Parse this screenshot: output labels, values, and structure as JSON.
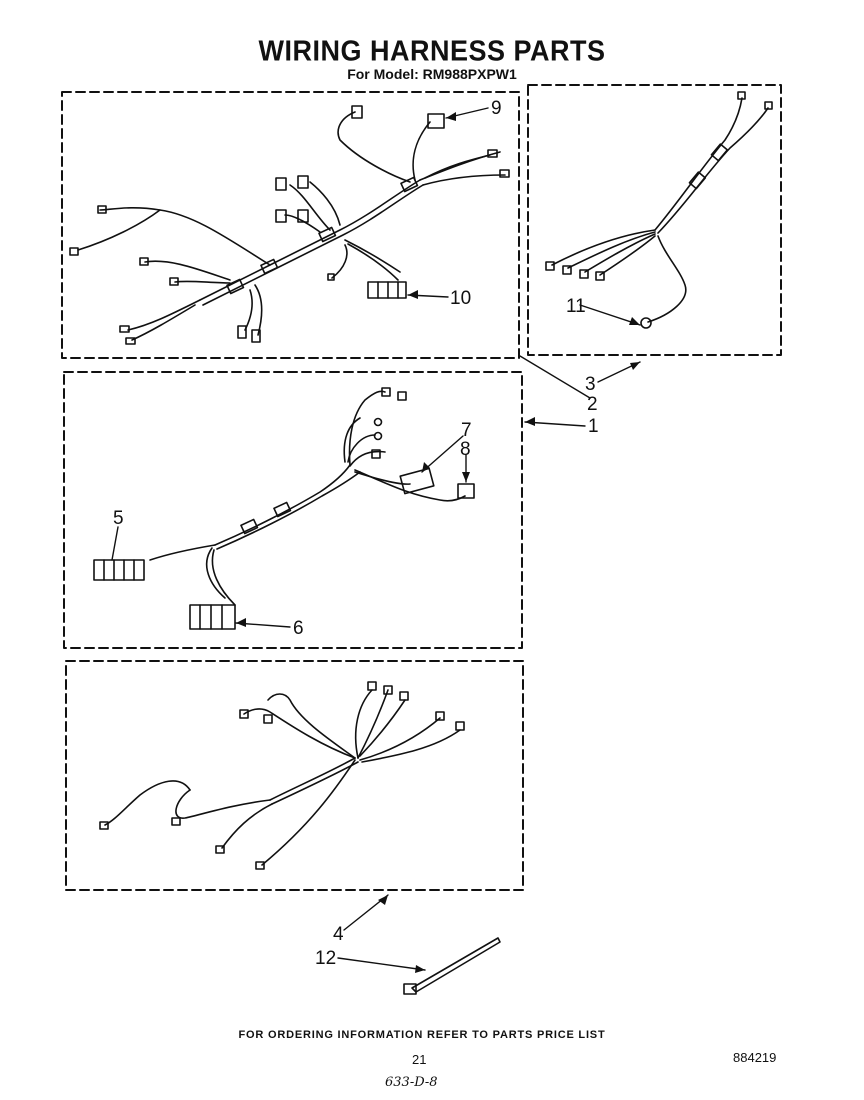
{
  "header": {
    "title": "WIRING HARNESS PARTS",
    "subtitle": "For Model: RM988PXPW1"
  },
  "callouts": [
    "1",
    "2",
    "3",
    "4",
    "5",
    "6",
    "7",
    "8",
    "9",
    "10",
    "11",
    "12"
  ],
  "footer": {
    "ordering_note": "FOR ORDERING INFORMATION REFER TO PARTS PRICE LIST",
    "page_number": "21",
    "document_number": "884219",
    "handwritten_code": "633-D-8"
  }
}
